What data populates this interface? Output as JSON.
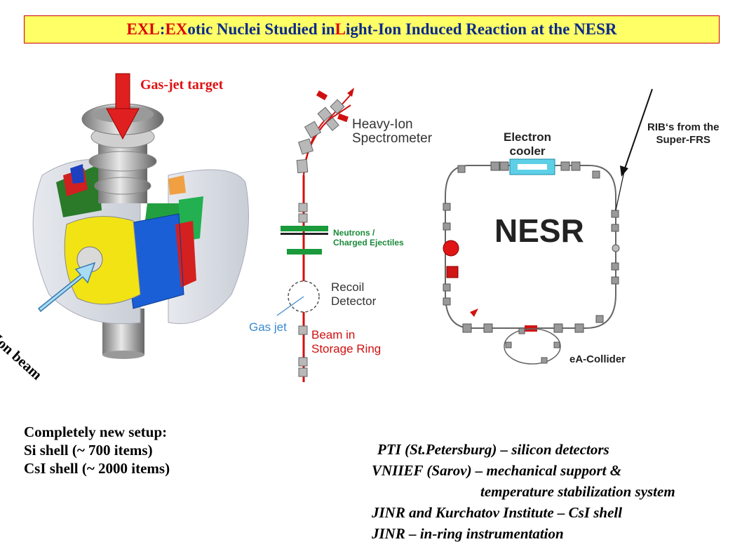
{
  "title": {
    "part1": "EXL",
    "part2": ": ",
    "part3": "EX",
    "part4": "otic Nuclei Studied in ",
    "part5": "L",
    "part6": "ight-Ion Induced Reaction at the NESR"
  },
  "detector_labels": {
    "gas_jet_target": "Gas-jet target",
    "ion_beam": "Ion beam"
  },
  "beamline_labels": {
    "heavy_ion_line1": "Heavy-Ion",
    "heavy_ion_line2": "Spectrometer",
    "neutrons_line1": "Neutrons /",
    "neutrons_line2": "Charged Ejectiles",
    "recoil_line1": "Recoil",
    "recoil_line2": "Detector",
    "gas_jet": "Gas jet",
    "beam_line1": "Beam in",
    "beam_line2": "Storage Ring"
  },
  "ring_labels": {
    "electron_line1": "Electron",
    "electron_line2": "cooler",
    "rib_line1": "RIB‘s from the",
    "rib_line2": "Super-FRS",
    "nesr": "NESR",
    "ea_collider": "eA-Collider"
  },
  "setup_text": {
    "line1": "Completely new setup:",
    "line2": "Si shell (~ 700 items)",
    "line3": "CsI shell (~ 2000 items)"
  },
  "institutes": {
    "line1": "PTI (St.Petersburg) – silicon detectors",
    "line2": "VNIIEF (Sarov) – mechanical support &",
    "line3": "temperature stabilization system",
    "line4": "JINR and Kurchatov Institute – CsI shell",
    "line5": "JINR – in-ring instrumentation"
  }
}
